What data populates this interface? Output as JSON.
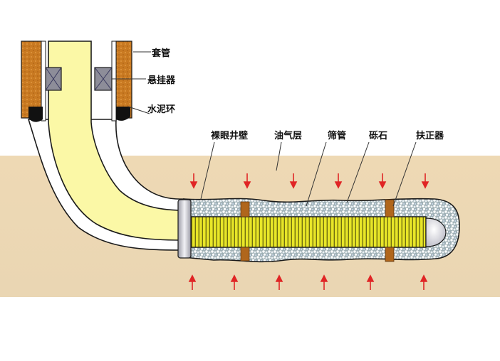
{
  "diagram": {
    "title": "",
    "type": "horizontal well open-hole gravel pack completion",
    "colors": {
      "ground": "#efdcbc",
      "casing": "#c8781e",
      "tubing": "#fbf9a8",
      "annulus": "#ffffff",
      "gravel": "#b9c7c9",
      "screen_yellow": "#e3e024",
      "centralizer": "#b66a1e",
      "hanger": "#8c8c96",
      "arrow": "#e02020",
      "outline": "#1a1a1a"
    },
    "labels": {
      "casing": "套管",
      "hanger": "悬挂器",
      "cement_ring": "水泥环",
      "open_hole_wall": "裸眼井壁",
      "reservoir": "油气层",
      "screen": "筛管",
      "gravel": "砾石",
      "centralizer": "扶正器"
    },
    "arrows": {
      "top_count": 6,
      "bottom_count": 6,
      "top_direction": "down",
      "bottom_direction": "up"
    }
  }
}
